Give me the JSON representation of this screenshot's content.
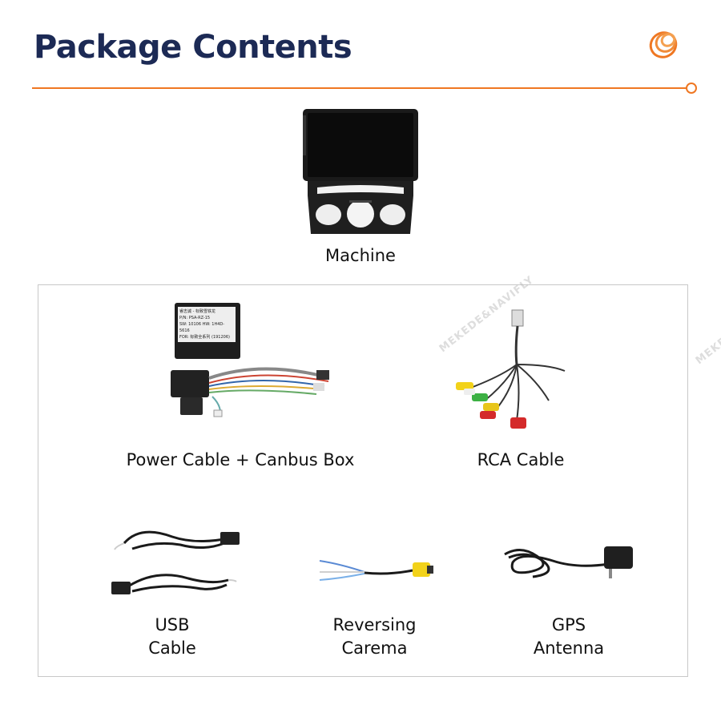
{
  "header": {
    "title": "Package Contents"
  },
  "items": {
    "machine": "Machine",
    "power_cable": "Power Cable + Canbus Box",
    "rca_cable": "RCA Cable",
    "usb_cable_line1": "USB",
    "usb_cable_line2": "Cable",
    "reversing_line1": "Reversing",
    "reversing_line2": "Carema",
    "gps_line1": "GPS",
    "gps_line2": "Antenna"
  },
  "canbus_box": {
    "line1": "睿志诚 - 标致雪铁龙",
    "line2": "P/N: PSA-RZ-15",
    "line3": "SW: 10106 HW: 1H4D-5616",
    "line4": "FOR: 标致全系列 (191206)"
  },
  "watermark": {
    "text": "MEKEDE&NAVIFLY"
  },
  "colors": {
    "accent": "#ef7722",
    "title": "#1c2a55",
    "border": "#c8c8c8"
  },
  "icons": {
    "logo": "spiral-logo-icon"
  }
}
